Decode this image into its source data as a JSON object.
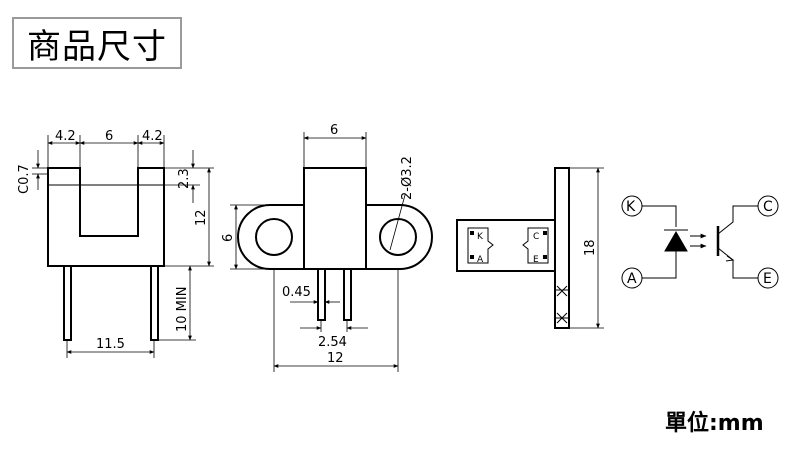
{
  "header": {
    "title": "商品尺寸"
  },
  "footer": {
    "unit": "單位:mm"
  },
  "front_view": {
    "top_left_width": "4.2",
    "slot_width": "6",
    "top_right_width": "4.2",
    "chamfer": "C0.7",
    "top_height": "2.3",
    "body_height": "12",
    "lead_length": "10 MIN",
    "lead_spacing": "11.5"
  },
  "side_view": {
    "top_width": "6",
    "hole": "2-Ø3.2",
    "flange_height": "6",
    "pin_width": "0.45",
    "pin_pitch": "2.54",
    "overall_width": "12"
  },
  "top_view": {
    "pin_k": "K",
    "pin_a": "A",
    "pin_c": "C",
    "pin_e": "E",
    "height": "18"
  },
  "schematic": {
    "pin_k": "K",
    "pin_c": "C",
    "pin_a": "A",
    "pin_e": "E"
  }
}
